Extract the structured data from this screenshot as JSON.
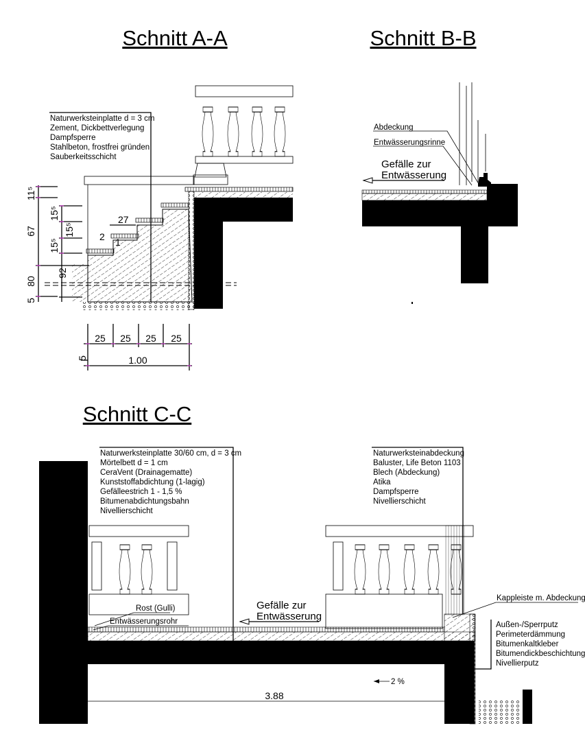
{
  "titles": {
    "aa": "Schnitt A-A",
    "bb": "Schnitt B-B",
    "cc": "Schnitt C-C"
  },
  "section_aa": {
    "layers": [
      "Naturwerksteinplatte d = 3 cm",
      "Zement, Dickbettverlegung",
      "Dampfsperre",
      "Stahlbeton, frostfrei gründen",
      "Sauberkeitsschicht"
    ],
    "dims_vertical": [
      "11⁵",
      "67",
      "15⁵",
      "15⁵",
      "15⁵",
      "92",
      "80",
      "5"
    ],
    "dim_tread": "27",
    "dim_2": "2",
    "dim_1": "1",
    "dims_horizontal": [
      "25",
      "25",
      "25",
      "25"
    ],
    "dim_total": "1.00",
    "dim_5": "5"
  },
  "section_bb": {
    "labels": [
      "Abdeckung",
      "Entwässerungsrinne"
    ],
    "slope_label": [
      "Gefälle zur",
      "Entwässerung"
    ]
  },
  "section_cc": {
    "layers_left": [
      "Naturwerksteinplatte 30/60 cm, d = 3 cm",
      "Mörtelbett d = 1 cm",
      "CeraVent (Drainagematte)",
      "Kunststoffabdichtung (1-lagig)",
      "Gefälleestrich 1 - 1,5 %",
      "Bitumenabdichtungsbahn",
      "Nivellierschicht"
    ],
    "layers_right": [
      "Naturwerksteinabdeckung",
      "Baluster, Life Beton 1103",
      "Blech (Abdeckung)",
      "Atika",
      "Dampfsperre",
      "Nivellierschicht"
    ],
    "rost": "Rost (Gulli)",
    "rohr": "Entwässerungsrohr",
    "slope_label": [
      "Gefälle zur",
      "Entwässerung"
    ],
    "kappleiste": "Kappleiste m. Abdeckung",
    "wall_layers": [
      "Außen-/Sperrputz",
      "Perimeterdämmung",
      "Bitumenkaltkleber",
      "Bitumendickbeschichtung",
      "Nivellierputz"
    ],
    "slope_pct": "2 %",
    "dim_span": "3.88"
  }
}
